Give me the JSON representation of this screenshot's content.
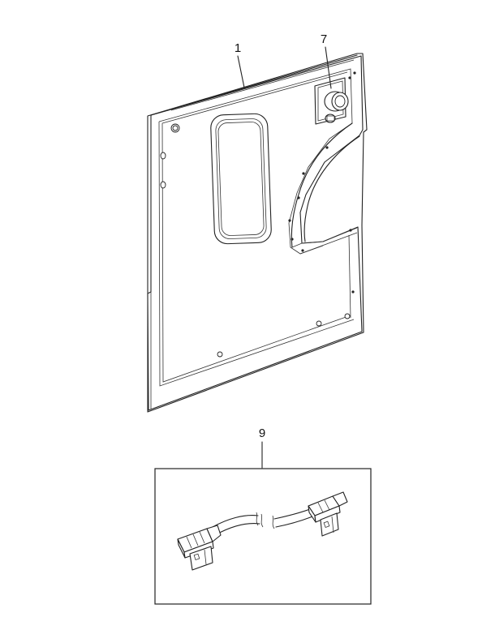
{
  "callouts": {
    "panel": "1",
    "outlet": "7",
    "harness": "9"
  }
}
